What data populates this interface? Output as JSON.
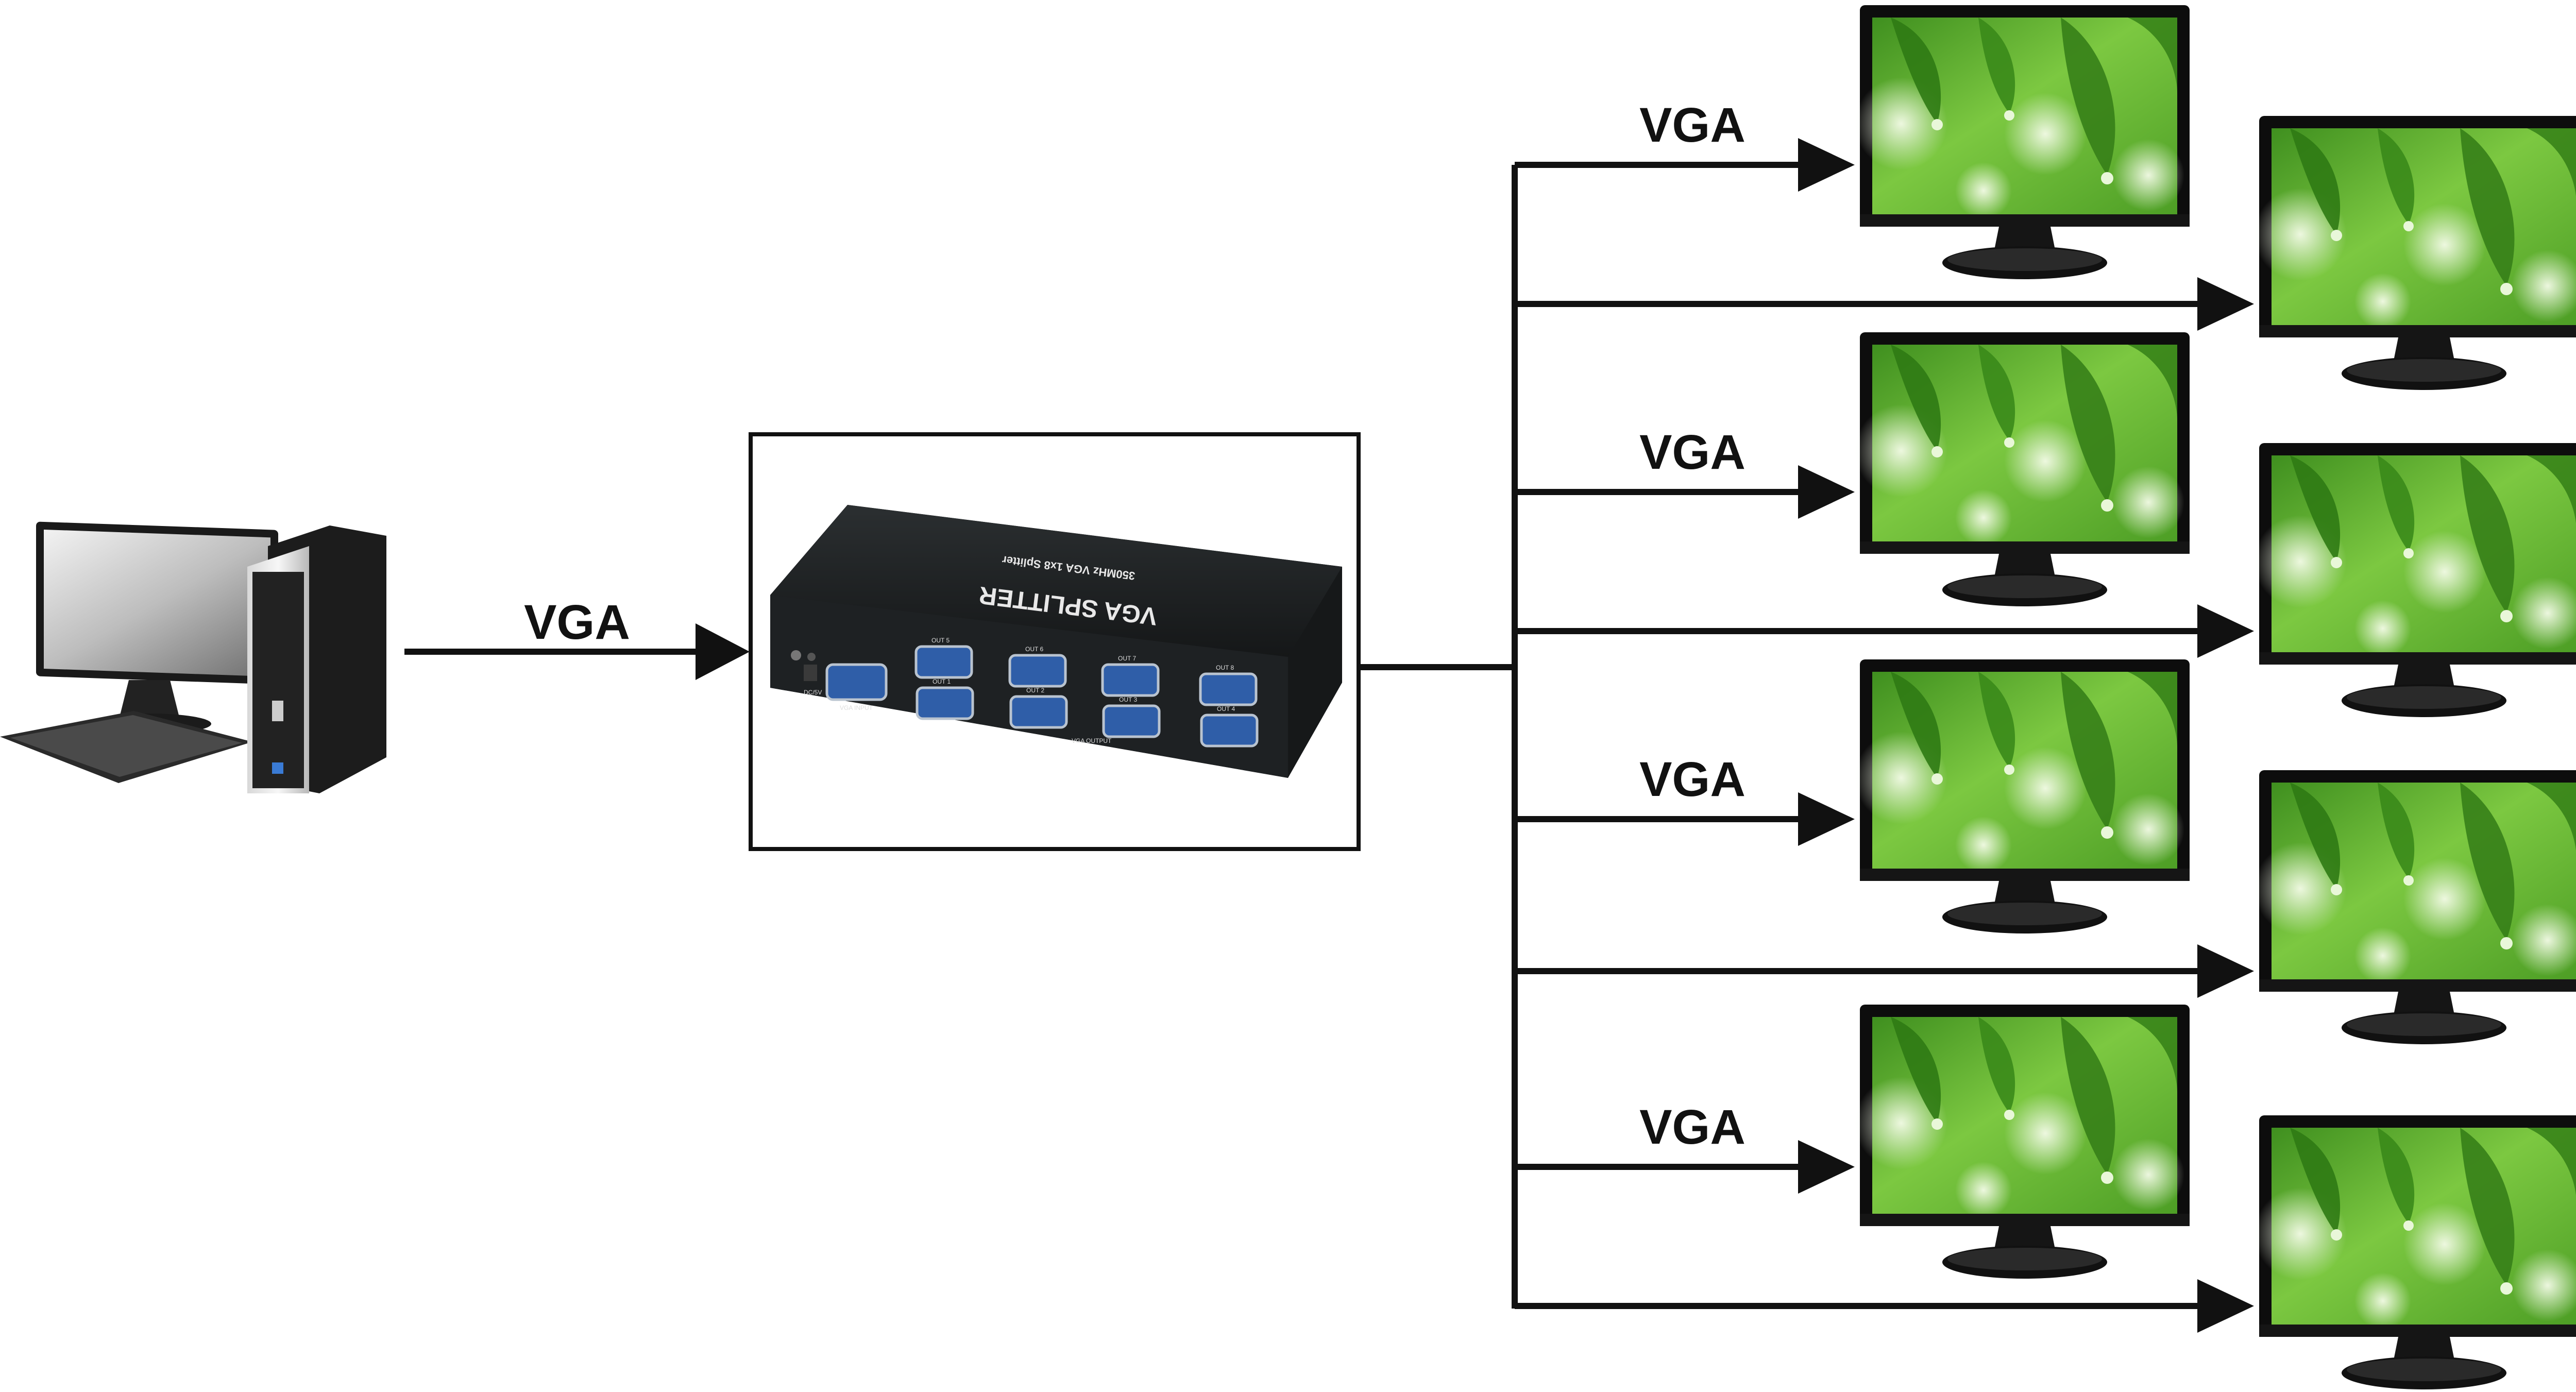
{
  "labels": {
    "input_link": "VGA",
    "output_links": [
      "VGA",
      "VGA",
      "VGA",
      "VGA"
    ]
  },
  "splitter": {
    "title": "VGA SPLITTER",
    "subtitle": "350MHz VGA 1x8 Splitter",
    "power_label": "DC/5V",
    "input_label": "VGA INPUT",
    "output_label": "VGA OUTPUT",
    "ports": [
      "OUT 5",
      "OUT 6",
      "OUT 7",
      "OUT 8",
      "OUT 1",
      "OUT 2",
      "OUT 3",
      "OUT 4"
    ]
  },
  "colors": {
    "line": "#111111",
    "monitor_frame": "#0d0d0d",
    "screen_green": "#6cc23a",
    "splitter_body": "#1f2224",
    "vga_port": "#2f5ea8"
  },
  "icons": {
    "source": "desktop-computer-icon",
    "device": "vga-splitter-icon",
    "display": "monitor-icon"
  }
}
